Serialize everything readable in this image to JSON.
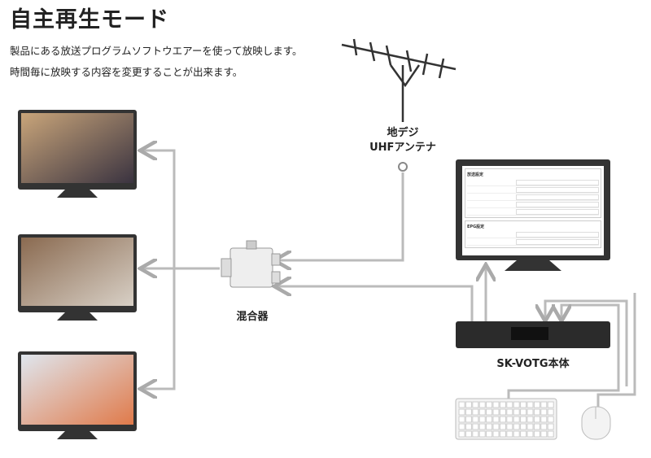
{
  "title": "自主再生モード",
  "description": [
    "製品にある放送プログラムソフトウエアーを使って放映します。",
    "時間毎に放映する内容を変更することが出来ます。"
  ],
  "labels": {
    "antenna_line1": "地デジ",
    "antenna_line2": "UHFアンテナ",
    "mixer": "混合器",
    "device": "SK-VOTG本体"
  },
  "screen": {
    "section1": "放送設定",
    "section2": "EPG設定"
  },
  "colors": {
    "line": "#bbbbbb",
    "monitor": "#333333",
    "device": "#2b2b2b"
  }
}
